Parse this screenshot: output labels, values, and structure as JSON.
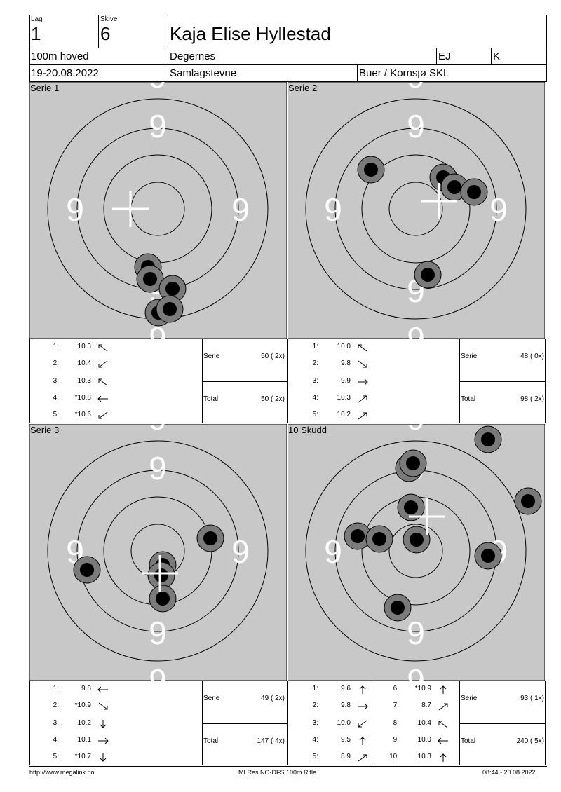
{
  "header": {
    "lag_label": "Lag",
    "lag_value": "1",
    "skive_label": "Skive",
    "skive_value": "6",
    "shooter_name": "Kaja Elise Hyllestad",
    "program": "100m hoved",
    "location": "Degernes",
    "class_a": "EJ",
    "class_b": "K",
    "date": "19-20.08.2022",
    "event": "Samlagstevne",
    "club": "Buer / Kornsjø SKL"
  },
  "panels": [
    {
      "title": "Serie 1",
      "ring_label": "9",
      "shots": [
        {
          "n": "1:",
          "v": "10.3",
          "dir": "ul"
        },
        {
          "n": "2:",
          "v": "10.4",
          "dir": "dl"
        },
        {
          "n": "3:",
          "v": "10.3",
          "dir": "ul"
        },
        {
          "n": "4:",
          "v": "*10.8",
          "dir": "l"
        },
        {
          "n": "5:",
          "v": "*10.6",
          "dir": "dl"
        }
      ],
      "serie_label": "Serie",
      "serie_value": "50 ( 2x)",
      "total_label": "Total",
      "total_value": "50 ( 2x)"
    },
    {
      "title": "Serie 2",
      "ring_label": "9",
      "shots": [
        {
          "n": "1:",
          "v": "10.0",
          "dir": "ul"
        },
        {
          "n": "2:",
          "v": "9.8",
          "dir": "dr"
        },
        {
          "n": "3:",
          "v": "9.9",
          "dir": "r"
        },
        {
          "n": "4:",
          "v": "10.3",
          "dir": "ur"
        },
        {
          "n": "5:",
          "v": "10.2",
          "dir": "ur"
        }
      ],
      "serie_label": "Serie",
      "serie_value": "48 ( 0x)",
      "total_label": "Total",
      "total_value": "98 ( 2x)"
    },
    {
      "title": "Serie 3",
      "ring_label": "9",
      "shots": [
        {
          "n": "1:",
          "v": "9.8",
          "dir": "l"
        },
        {
          "n": "2:",
          "v": "*10.9",
          "dir": "dr"
        },
        {
          "n": "3:",
          "v": "10.2",
          "dir": "d"
        },
        {
          "n": "4:",
          "v": "10.1",
          "dir": "r"
        },
        {
          "n": "5:",
          "v": "*10.7",
          "dir": "d"
        }
      ],
      "serie_label": "Serie",
      "serie_value": "49 ( 2x)",
      "total_label": "Total",
      "total_value": "147 ( 4x)"
    },
    {
      "title": "10 Skudd",
      "ring_label": "9",
      "shots": [
        {
          "n": "1:",
          "v": "9.6",
          "dir": "u"
        },
        {
          "n": "2:",
          "v": "9.8",
          "dir": "r"
        },
        {
          "n": "3:",
          "v": "10.0",
          "dir": "dl"
        },
        {
          "n": "4:",
          "v": "9.5",
          "dir": "u"
        },
        {
          "n": "5:",
          "v": "8.9",
          "dir": "ur"
        }
      ],
      "shots_b": [
        {
          "n": "6:",
          "v": "*10.9",
          "dir": "u"
        },
        {
          "n": "7:",
          "v": "8.7",
          "dir": "ur"
        },
        {
          "n": "8:",
          "v": "10.4",
          "dir": "ul"
        },
        {
          "n": "9:",
          "v": "10.0",
          "dir": "l"
        },
        {
          "n": "10:",
          "v": "10.3",
          "dir": "u"
        }
      ],
      "serie_label": "Serie",
      "serie_value": "93 ( 1x)",
      "total_label": "Total",
      "total_value": "240 ( 5x)"
    }
  ],
  "footer": {
    "left": "http://www.megalink.no",
    "center": "MLRes NO-DFS 100m Rifle",
    "right": "08:44 - 20.08.2022"
  }
}
